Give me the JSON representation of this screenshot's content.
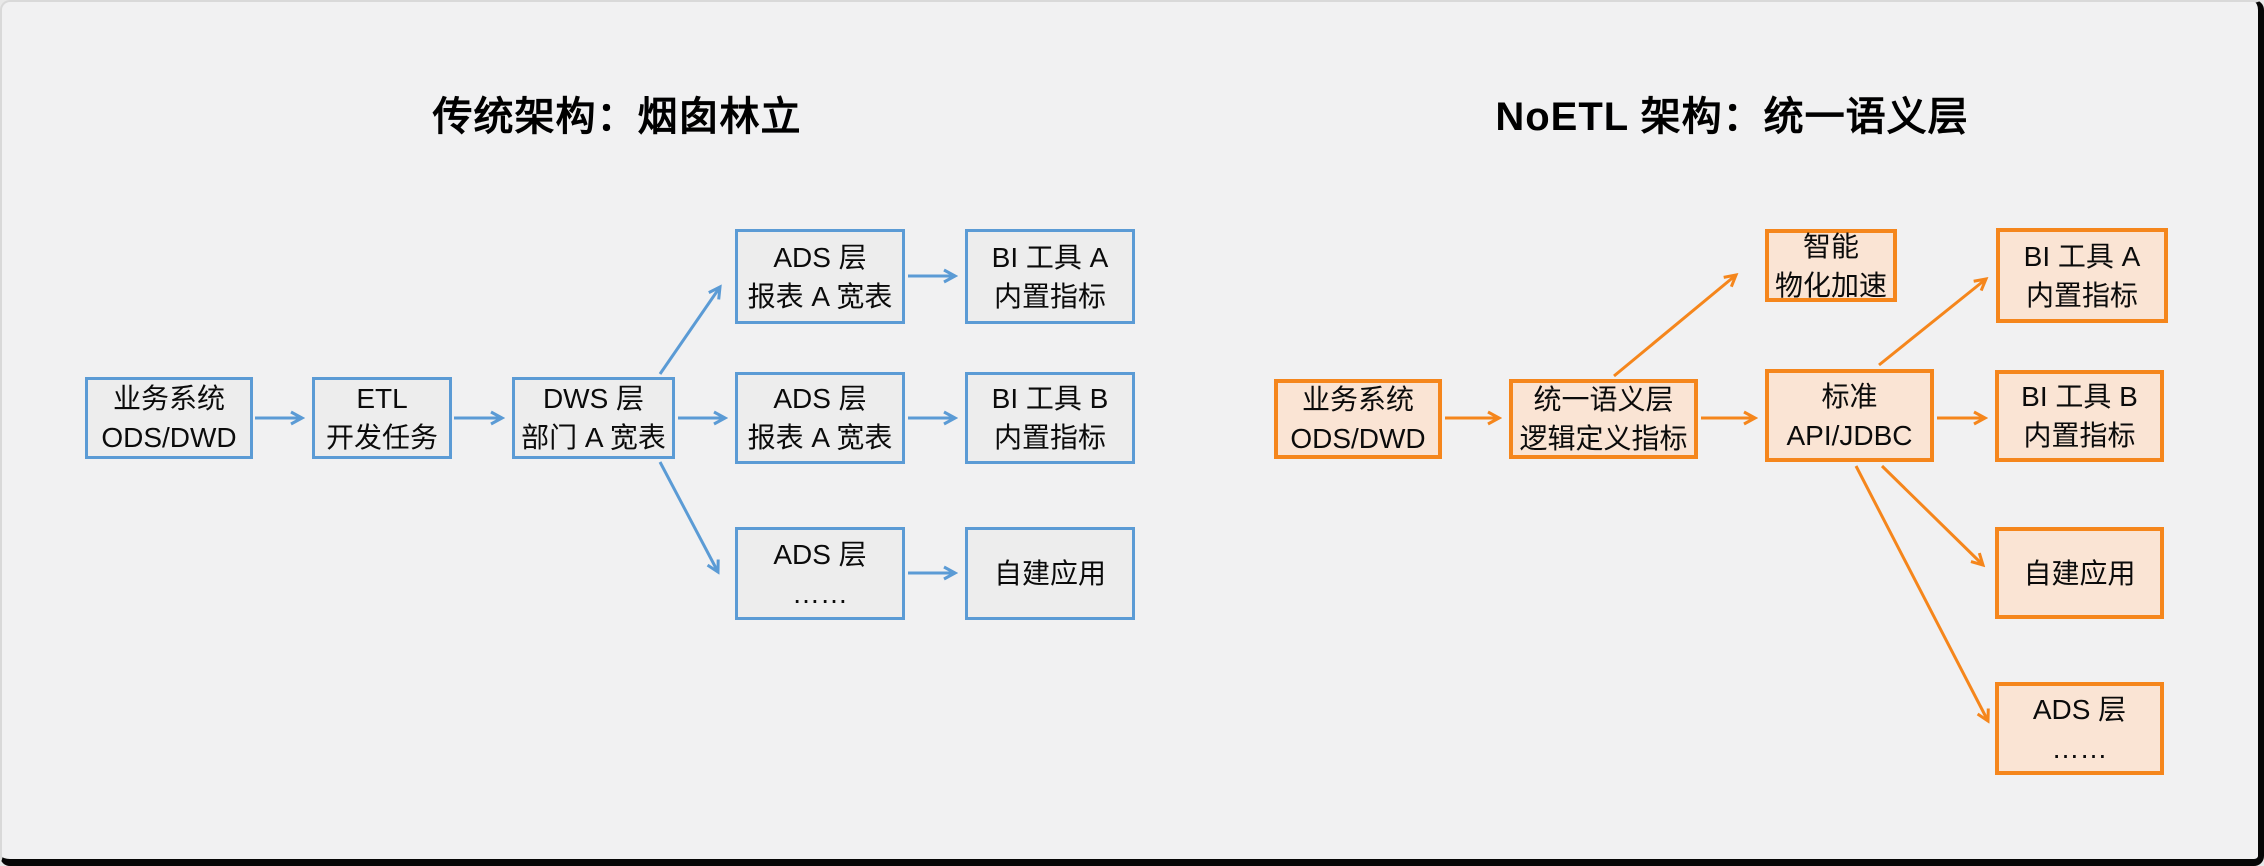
{
  "page": {
    "background": "#f1f1f2",
    "frame_color": "#060606"
  },
  "left_diagram": {
    "title": "传统架构：烟囱林立",
    "accent_color": "#5b9bd5",
    "box_fill": "#ededed",
    "nodes": {
      "biz": {
        "lines": [
          "业务系统",
          "ODS/DWD"
        ]
      },
      "etl": {
        "lines": [
          "ETL",
          "开发任务"
        ]
      },
      "dws": {
        "lines": [
          "DWS 层",
          "部门 A 宽表"
        ]
      },
      "ads1": {
        "lines": [
          "ADS 层",
          "报表 A 宽表"
        ]
      },
      "bia": {
        "lines": [
          "BI 工具 A",
          "内置指标"
        ]
      },
      "ads2": {
        "lines": [
          "ADS 层",
          "报表 A 宽表"
        ]
      },
      "bib": {
        "lines": [
          "BI 工具 B",
          "内置指标"
        ]
      },
      "ads3": {
        "lines": [
          "ADS 层",
          "……"
        ]
      },
      "app": {
        "lines": [
          "自建应用"
        ]
      }
    }
  },
  "right_diagram": {
    "title": "NoETL 架构：统一语义层",
    "accent_color": "#f5861c",
    "box_fill": "#fae4d4",
    "nodes": {
      "rbiz": {
        "lines": [
          "业务系统",
          "ODS/DWD"
        ]
      },
      "sem": {
        "lines": [
          "统一语义层",
          "逻辑定义指标"
        ]
      },
      "api": {
        "lines": [
          "标准",
          "API/JDBC"
        ]
      },
      "mat": {
        "lines": [
          "智能",
          "物化加速"
        ]
      },
      "obia": {
        "lines": [
          "BI 工具 A",
          "内置指标"
        ]
      },
      "obib": {
        "lines": [
          "BI 工具 B",
          "内置指标"
        ]
      },
      "oapp": {
        "lines": [
          "自建应用"
        ]
      },
      "oads": {
        "lines": [
          "ADS 层",
          "……"
        ]
      }
    }
  }
}
